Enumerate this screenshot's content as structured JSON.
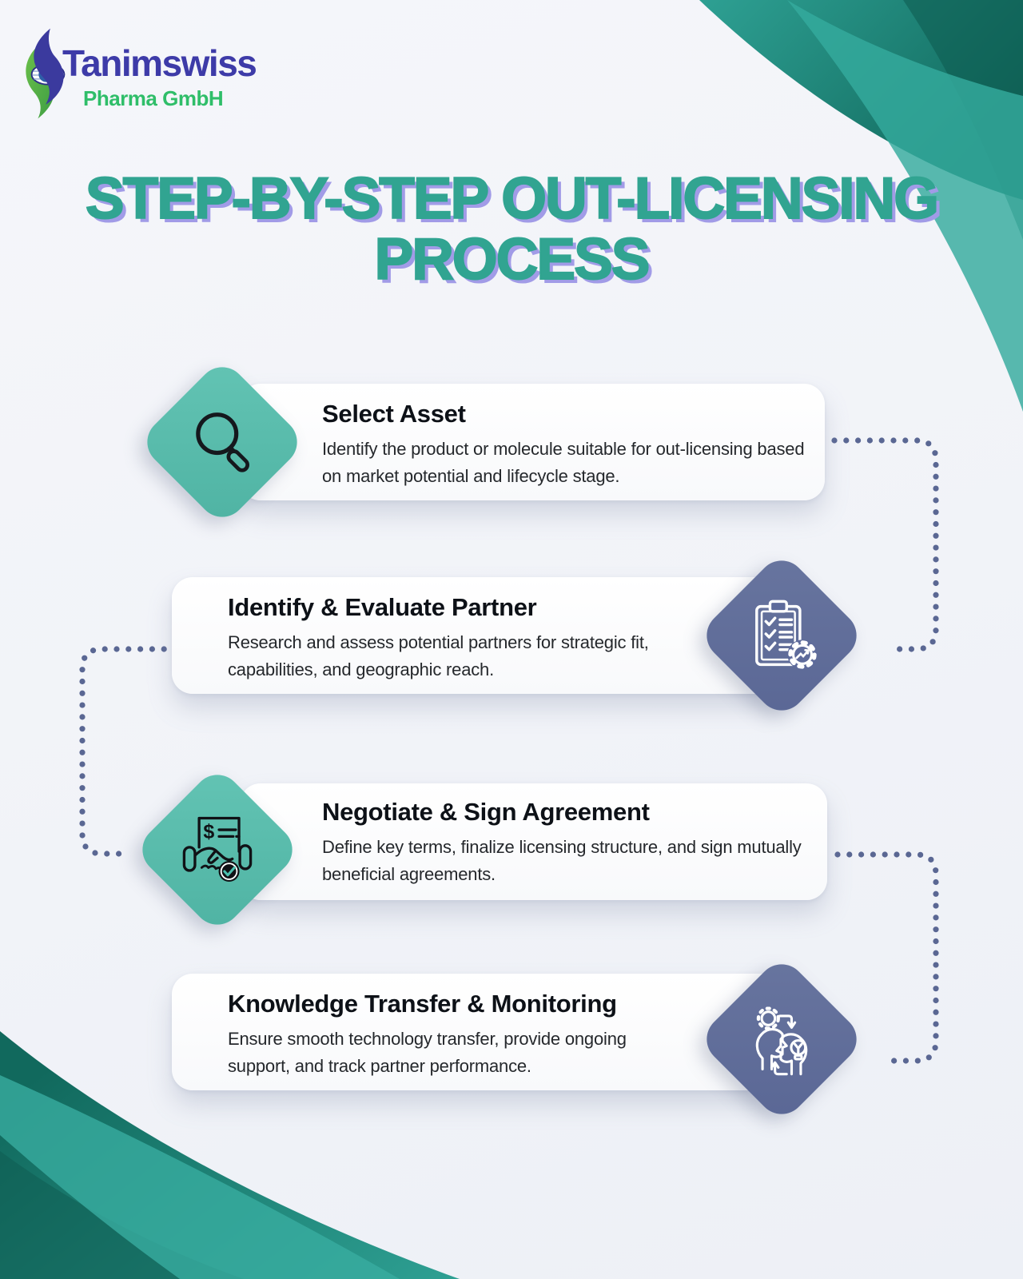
{
  "logo": {
    "company_name": "Tanimswiss",
    "subtitle": "Pharma GmbH",
    "company_color": "#3D3BA8",
    "subtitle_color": "#2FBE69",
    "icon": "dna-eye-logo-icon"
  },
  "title": {
    "line1": "STEP-BY-STEP OUT-LICENSING",
    "line2": "PROCESS",
    "text_color": "#31A491",
    "shadow_color": "#A19BE7"
  },
  "steps": [
    {
      "title": "Select Asset",
      "description": "Identify the product or molecule suitable for out-licensing based on market potential and lifecycle stage.",
      "icon": "magnifier-icon",
      "diamond_color": "#56BAAA",
      "diamond_side": "left"
    },
    {
      "title": "Identify & Evaluate Partner",
      "description": "Research and assess potential partners for strategic fit, capabilities, and geographic reach.",
      "icon": "clipboard-checklist-gear-icon",
      "diamond_color": "#5E6B9B",
      "diamond_side": "right"
    },
    {
      "title": "Negotiate & Sign Agreement",
      "description": "Define key terms, finalize licensing structure, and sign mutually beneficial agreements.",
      "icon": "handshake-contract-icon",
      "diamond_color": "#56BAAA",
      "diamond_side": "left"
    },
    {
      "title": "Knowledge Transfer & Monitoring",
      "description": "Ensure smooth technology transfer, provide ongoing support, and track partner performance.",
      "icon": "knowledge-exchange-icon",
      "diamond_color": "#5E6B9B",
      "diamond_side": "right"
    }
  ],
  "connectors": {
    "style": "dotted",
    "color": "#5A6793"
  },
  "decorations": {
    "corner_wave_positions": [
      "top-right",
      "bottom-left"
    ],
    "wave_color": "#2EA093",
    "background_color": "#F2F4F9"
  }
}
